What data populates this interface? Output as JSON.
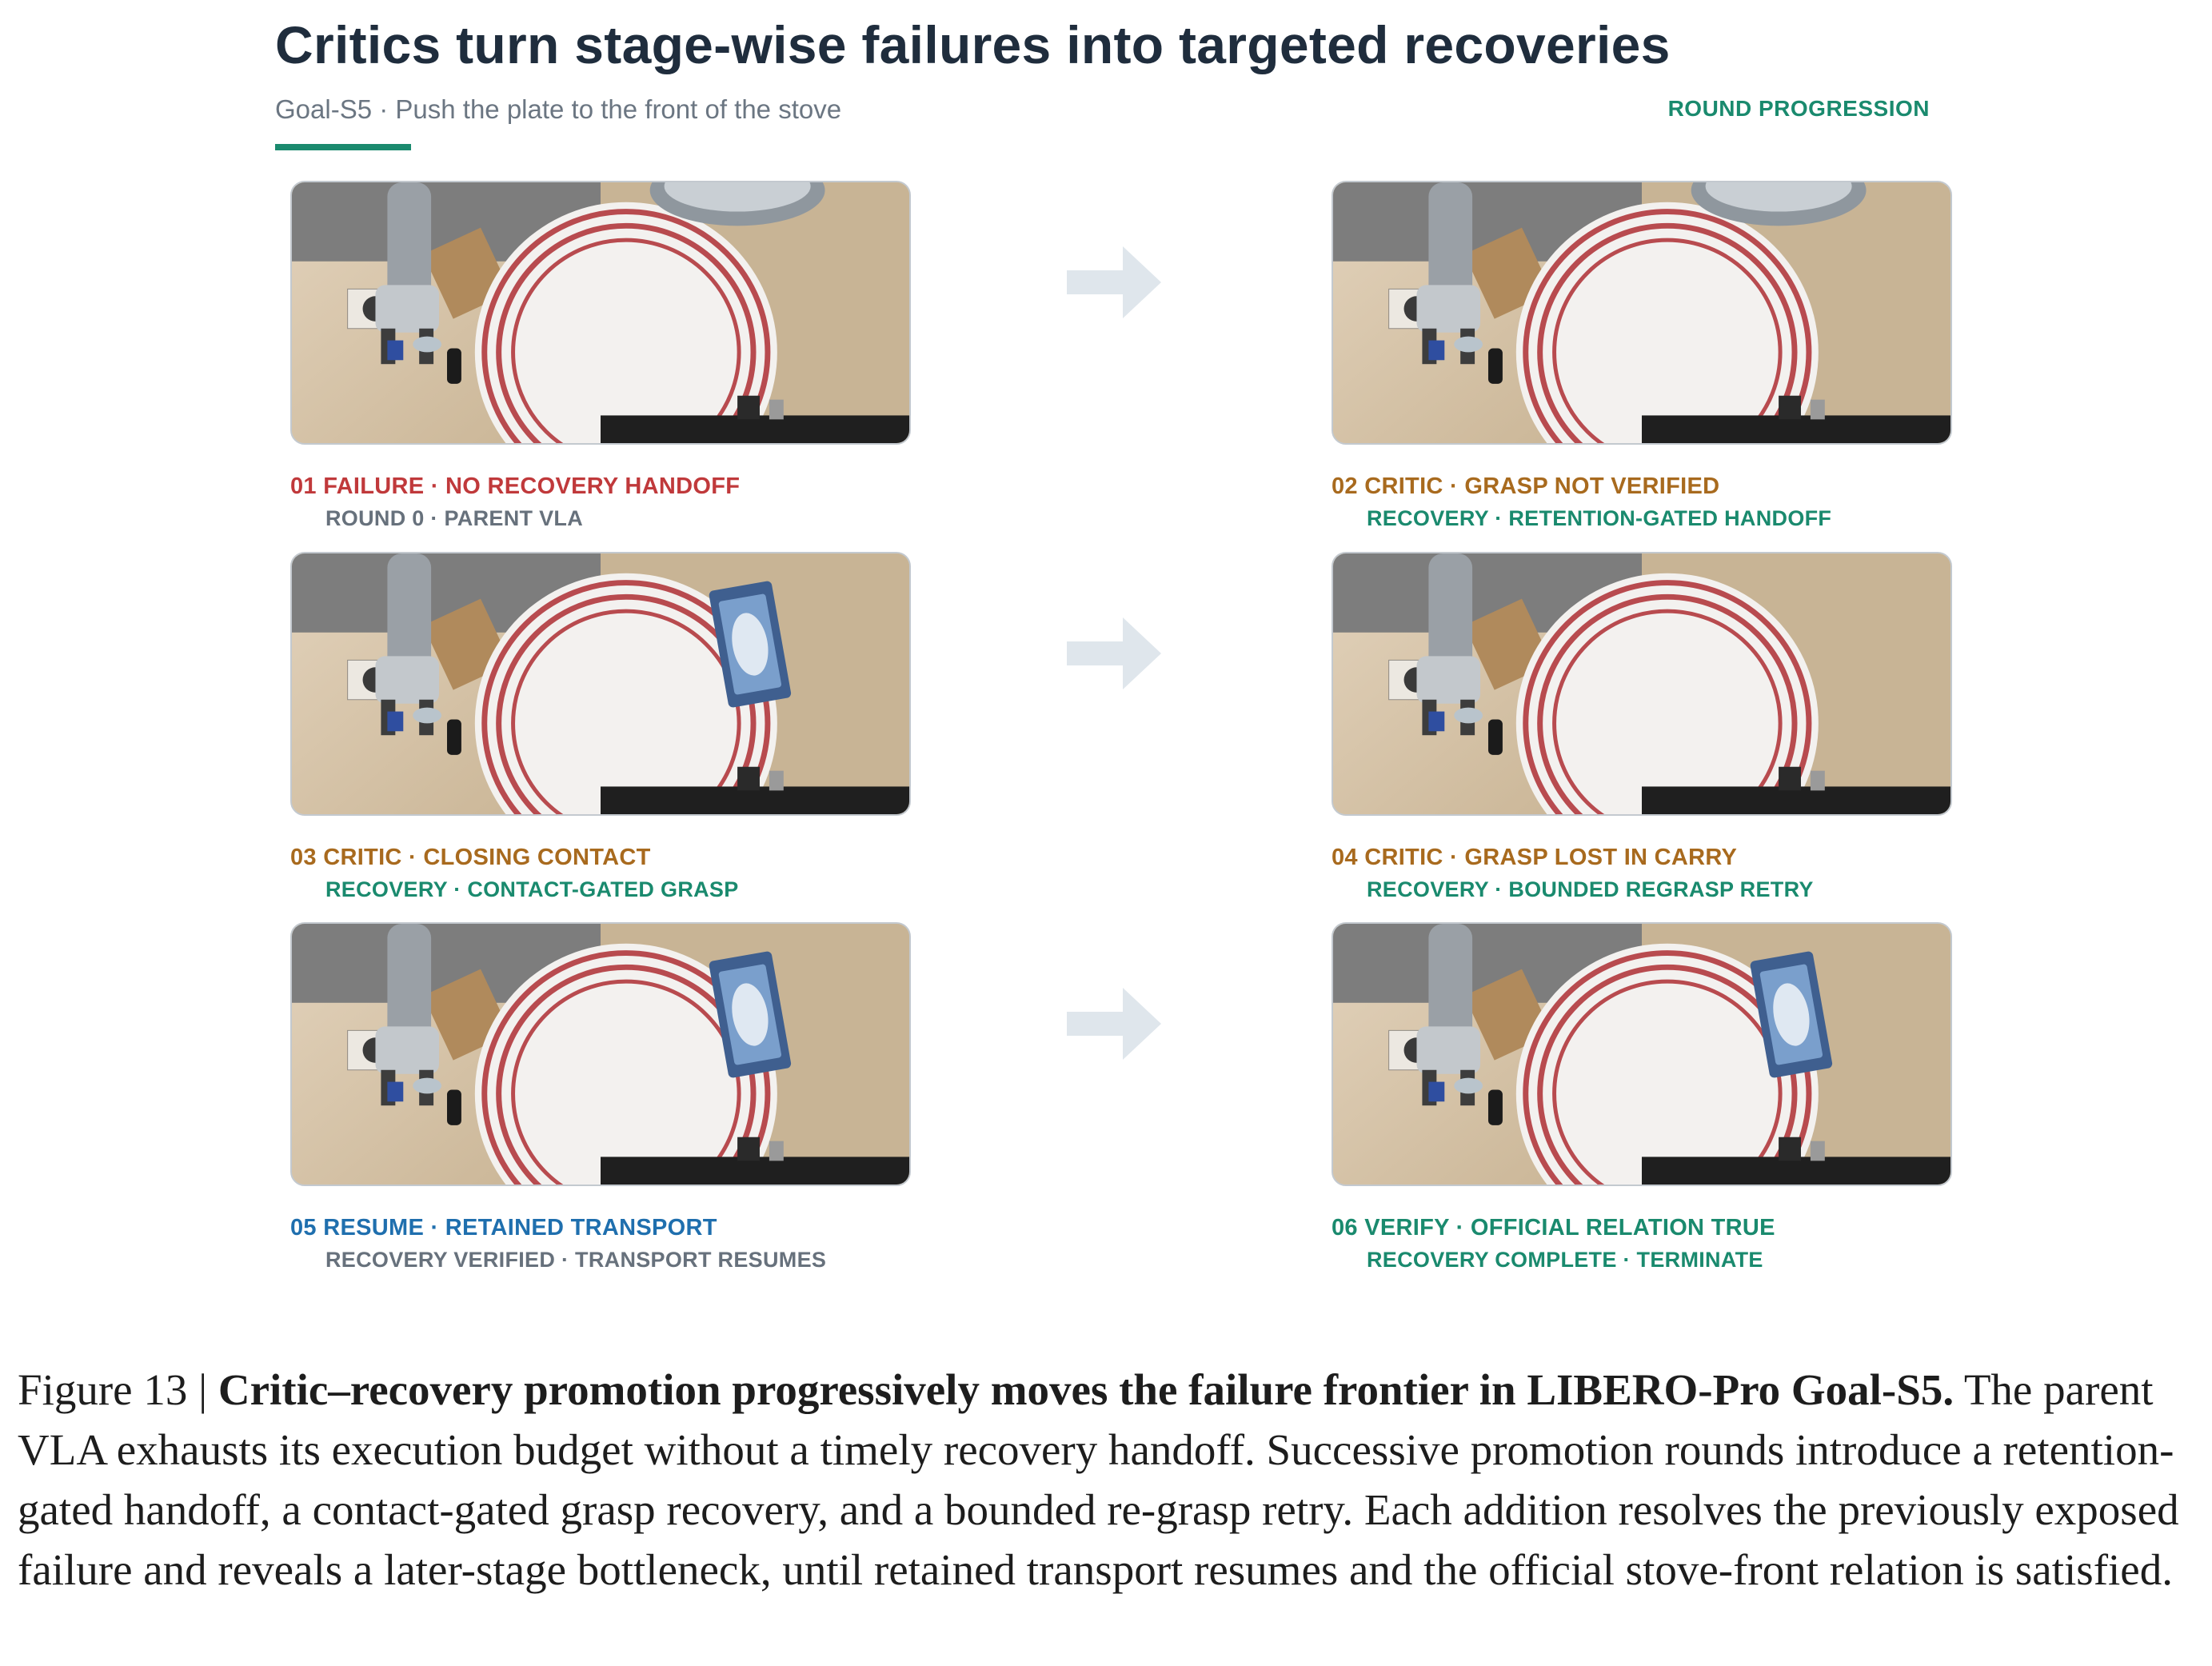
{
  "header": {
    "title": "Critics turn stage-wise failures into targeted recoveries",
    "subtitle": "Goal-S5 · Push the plate to the front of the stove",
    "round_label": "ROUND PROGRESSION"
  },
  "colors": {
    "failure": "#c0393b",
    "critic": "#a86a1e",
    "resume": "#1f6fae",
    "verify": "#1a8a6e",
    "secondary": "#67717c",
    "arrow": "#dfe6ec"
  },
  "panels": [
    {
      "line1": "01  FAILURE · NO RECOVERY HANDOFF",
      "line2": "ROUND 0 · PARENT VLA",
      "wrist_object": "bowl"
    },
    {
      "line1": "02  CRITIC · GRASP NOT VERIFIED",
      "line2": "RECOVERY · RETENTION-GATED HANDOFF",
      "wrist_object": "bowl"
    },
    {
      "line1": "03  CRITIC · CLOSING CONTACT",
      "line2": "RECOVERY · CONTACT-GATED GRASP",
      "wrist_object": "box"
    },
    {
      "line1": "04  CRITIC · GRASP LOST IN CARRY",
      "line2": "RECOVERY · BOUNDED REGRASP RETRY",
      "wrist_object": "none"
    },
    {
      "line1": "05  RESUME · RETAINED TRANSPORT",
      "line2": "RECOVERY VERIFIED · TRANSPORT RESUMES",
      "wrist_object": "box"
    },
    {
      "line1": "06  VERIFY · OFFICIAL RELATION TRUE",
      "line2": "RECOVERY COMPLETE · TERMINATE",
      "wrist_object": "box"
    }
  ],
  "figure_caption": {
    "label": "Figure 13 | ",
    "bold": "Critic–recovery promotion progressively moves the failure frontier in LIBERO-Pro Goal-S5.",
    "body": " The parent VLA exhausts its execution budget without a timely recovery handoff. Successive promotion rounds introduce a retention-gated handoff, a contact-gated grasp recovery, and a bounded re-grasp retry. Each addition resolves the previously exposed failure and reveals a later-stage bottleneck, until retained transport resumes and the official stove-front relation is satisfied."
  }
}
